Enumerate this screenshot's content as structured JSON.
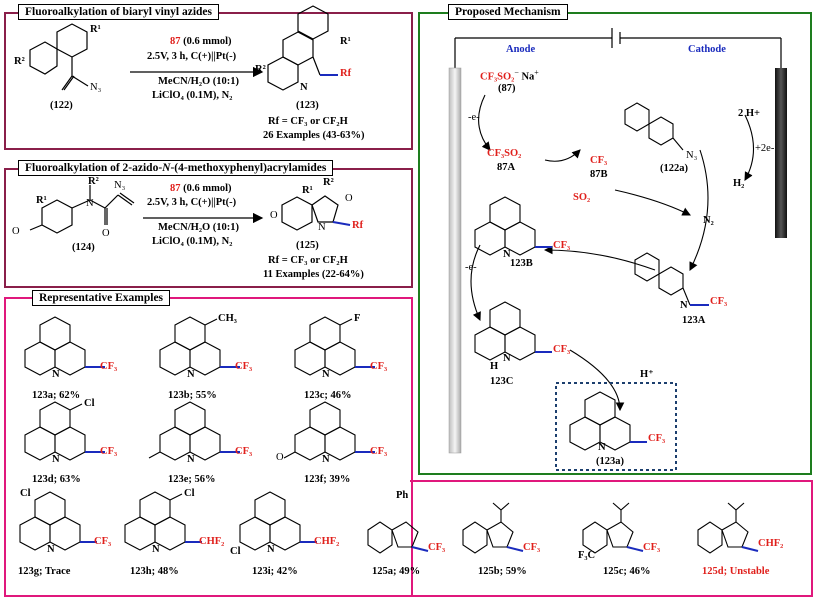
{
  "panels": {
    "biaryl": {
      "title": "Fluoroalkylation of biaryl vinyl azides",
      "reagent_num": "87",
      "reagent_rest": " (0.6 mmol)",
      "cond1": "2.5V, 3 h, C(+)||Pt(-)",
      "cond2": "MeCN/H₂O (10:1)",
      "cond3": "LiClO₄ (0.1M), N₂",
      "sm_label": "(122)",
      "prod_label": "(123)",
      "rf_note": "Rf = CF₃ or CF₂H",
      "examples": "26 Examples (43-63%)",
      "r1": "R¹",
      "r2": "R²",
      "n3": "N₃",
      "rf": "Rf",
      "n": "N"
    },
    "acrylamide": {
      "title_a": "Fluoroalkylation of 2-azido-",
      "title_n": "N",
      "title_b": "-(4-methoxyphenyl)acrylamides",
      "reagent_num": "87",
      "reagent_rest": " (0.6 mmol)",
      "cond1": "2.5V, 3 h, C(+)||Pt(-)",
      "cond2": "MeCN/H₂O (10:1)",
      "cond3": "LiClO₄ (0.1M), N₂",
      "sm_label": "(124)",
      "prod_label": "(125)",
      "rf_note": "Rf = CF₃ or CF₂H",
      "examples": "11 Examples (22-64%)",
      "r1": "R¹",
      "r2": "R²",
      "n3": "N₃",
      "o": "O",
      "n": "N",
      "rf": "Rf"
    },
    "examples": {
      "title": "Representative Examples",
      "items": [
        {
          "label": "123a; 62%",
          "sub": "CF₃"
        },
        {
          "label": "123b; 55%",
          "sub": "CF₃",
          "extra": "CH₃"
        },
        {
          "label": "123c; 46%",
          "sub": "CF₃",
          "extra": "F"
        },
        {
          "label": "123d; 63%",
          "sub": "CF₃",
          "extra": "Cl"
        },
        {
          "label": "123e; 56%",
          "sub": "CF₃"
        },
        {
          "label": "123f; 39%",
          "sub": "CF₃",
          "extra": "O"
        }
      ],
      "bottom": [
        {
          "label": "123g; Trace",
          "sub": "CF₃",
          "extra": "Cl"
        },
        {
          "label": "123h; 48%",
          "sub": "CHF₂",
          "extra": "Cl"
        },
        {
          "label": "123i; 42%",
          "sub": "CHF₂",
          "extra": "Cl"
        },
        {
          "label": "125a; 49%",
          "sub": "CF₃",
          "extra": "Ph"
        },
        {
          "label": "125b; 59%",
          "sub": "CF₃"
        },
        {
          "label": "125c; 46%",
          "sub": "CF₃",
          "extra": "F₃C"
        },
        {
          "label": "125d; Unstable",
          "sub": "CHF₂"
        }
      ]
    },
    "mechanism": {
      "title": "Proposed Mechanism",
      "anode": "Anode",
      "cathode": "Cathode",
      "reagent": "CF₃SO₂",
      "reagent_neg": "−",
      "na": "Na",
      "na_pos": "+",
      "reagent_label": "(87)",
      "minus_e1": "-e-",
      "minus_e2": "-e-",
      "plus_2e": "+2e-",
      "h_plus_2": "2 H+",
      "h2": "H₂",
      "radical_87a": "CF₃SO₂",
      "label_87a": "87A",
      "radical_87b": "CF₃",
      "label_87b": "87B",
      "so2": "SO₂",
      "n2": "N₂",
      "label_122a": "(122a)",
      "n3": "N₃",
      "label_123b": "123B",
      "label_123a_int": "123A",
      "label_123c": "123C",
      "h_plus": "H⁺",
      "h": "H",
      "product_label": "(123a)",
      "cf3": "CF₃",
      "n": "N"
    }
  },
  "colors": {
    "maroon": "#8a1f4a",
    "green": "#1e7d1e",
    "magenta": "#e0187c",
    "red": "#e0201c",
    "blue": "#1a2bbd",
    "navy": "#1c3f6e"
  }
}
